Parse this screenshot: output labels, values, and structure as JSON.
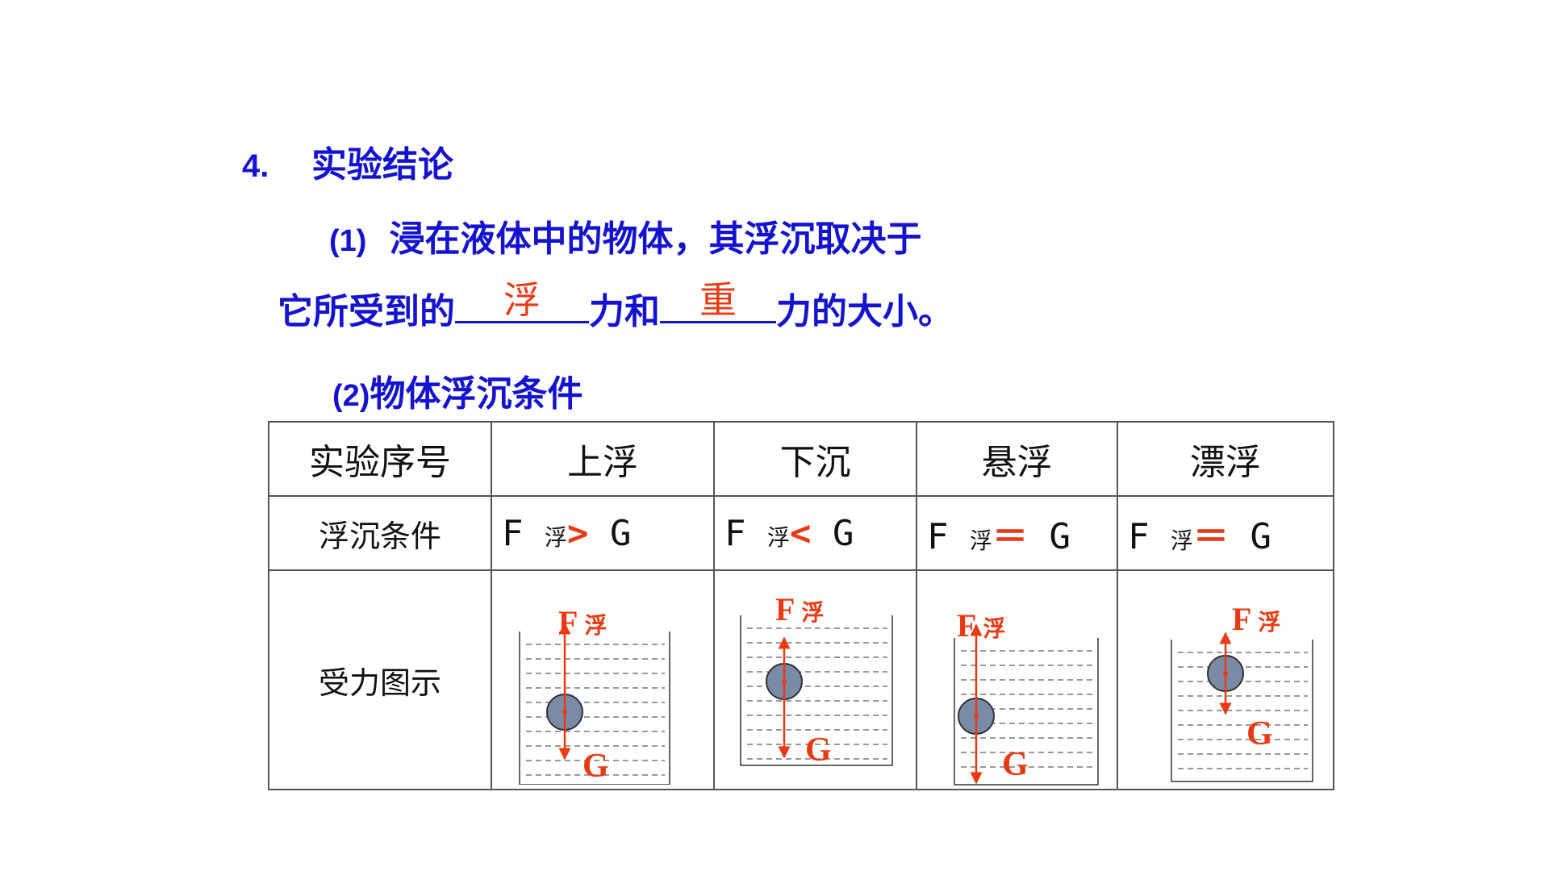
{
  "section": {
    "number": "4.",
    "title": "实验结论"
  },
  "conclusion1": {
    "number": "(1)",
    "line1": "浸在液体中的物体，其浮沉取决于",
    "line2_prefix": "它所受到的",
    "blank1_answer": "浮",
    "line2_middle": "力和",
    "blank2_answer": "重",
    "line2_suffix": "力的大小。"
  },
  "conclusion2": {
    "number": "(2)",
    "title": "物体浮沉条件"
  },
  "table": {
    "header": [
      "实验序号",
      "上浮",
      "下沉",
      "悬浮",
      "漂浮"
    ],
    "condition_label": "浮沉条件",
    "conditions": [
      {
        "f": "F",
        "sub": "浮",
        "op": ">",
        "g": "G"
      },
      {
        "f": "F",
        "sub": "浮",
        "op": "<",
        "g": "G"
      },
      {
        "f": "F",
        "sub": "浮",
        "op": "＝",
        "g": "G"
      },
      {
        "f": "F",
        "sub": "浮",
        "op": "＝",
        "g": "G"
      }
    ],
    "diagram_label": "受力图示",
    "force_labels": {
      "buoyancy_f": "F",
      "buoyancy_sub": "浮",
      "gravity": "G"
    }
  },
  "colors": {
    "heading": "#1414d0",
    "answer": "#ea3a14",
    "ball": "#7a8ba8"
  }
}
